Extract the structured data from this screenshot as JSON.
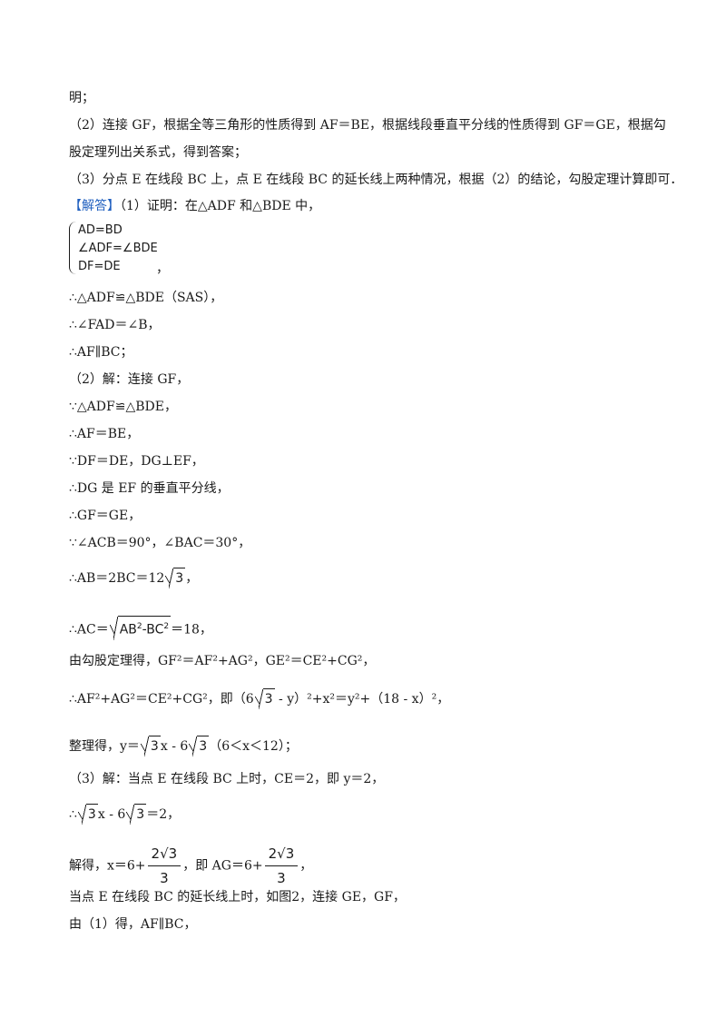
{
  "lines": {
    "l0": "明；",
    "l1": "（2）连接 GF，根据全等三角形的性质得到 AF＝BE，根据线段垂直平分线的性质得到 GF＝GE，根据勾",
    "l2": "股定理列出关系式，得到答案；",
    "l3": "（3）分点 E 在线段 BC 上，点 E 在线段 BC 的延长线上两种情况，根据（2）的结论，勾股定理计算即可．",
    "l4_tag": "【解答】",
    "l4": "（1）证明：在△ADF 和△BDE 中，",
    "sys1": "AD=BD",
    "sys2": "∠ADF=∠BDE",
    "sys3": "DF=DE",
    "sys_comma": "，",
    "l5": "∴△ADF≌△BDE（SAS），",
    "l6": "∴∠FAD＝∠B，",
    "l7": "∴AF∥BC；",
    "l8": "（2）解：连接 GF，",
    "l9": "∵△ADF≌△BDE，",
    "l10": "∴AF＝BE，",
    "l11": "∵DF＝DE，DG⊥EF，",
    "l12": "∴DG 是 EF 的垂直平分线，",
    "l13": "∴GF＝GE，",
    "l14": "∵∠ACB＝90°，∠BAC＝30°，",
    "l15a": "∴AB＝2BC＝12",
    "l15b": "3",
    "l15c": "，",
    "l16a": "∴AC＝",
    "l16b": "AB",
    "l16c": "-BC",
    "l16d": "＝18，",
    "l17": "由勾股定理得，GF²＝AF²+AG²，GE²＝CE²+CG²，",
    "l18a": "∴AF²+AG²＝CE²+CG²，即（6",
    "l18b": "3",
    "l18c": " - y）²+x²＝y²+（18 - x）²，",
    "l19a": "整理得，y＝",
    "l19b": "3",
    "l19c": "x - 6",
    "l19d": "3",
    "l19e": "（6＜x＜12）；",
    "l20": "（3）解：当点 E 在线段 BC 上时，CE＝2，即 y＝2，",
    "l21a": "∴",
    "l21b": "3",
    "l21c": "x - 6",
    "l21d": "3",
    "l21e": "＝2，",
    "l22a": "解得，x＝6+",
    "l22num": "2√3",
    "l22den": "3",
    "l22b": "，即 AG＝6+",
    "l22num2": "2√3",
    "l22den2": "3",
    "l22c": "，",
    "l23": "当点 E 在线段 BC 的延长线上时，如图2，连接 GE，GF，",
    "l24": "由（1）得，AF∥BC，"
  },
  "two": "2"
}
